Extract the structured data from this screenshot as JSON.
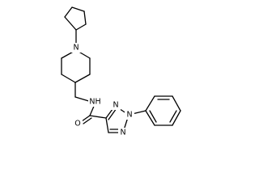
{
  "molecule": {
    "atom_labels": {
      "piperidine_n": "N",
      "amide_nh": "NH",
      "amide_o": "O",
      "triazole_n1": "N",
      "triazole_n2": "N",
      "triazole_n3": "N"
    }
  }
}
